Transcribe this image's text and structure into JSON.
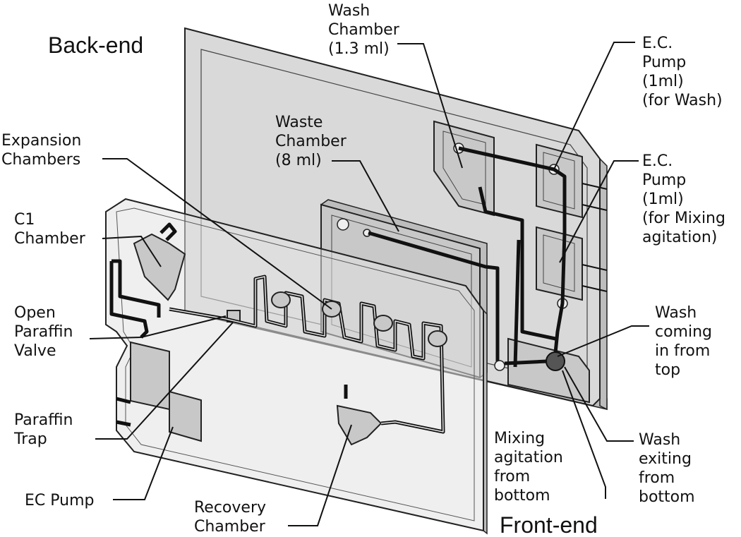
{
  "labels": {
    "back_end": "Back-end",
    "front_end": "Front-end",
    "wash_chamber": [
      "Wash",
      "Chamber",
      "(1.3 ml)"
    ],
    "ec_pump_wash": [
      "E.C.",
      "Pump",
      "(1ml)",
      "(for Wash)"
    ],
    "expansion_chambers": [
      "Expansion",
      "Chambers"
    ],
    "waste_chamber": [
      "Waste",
      "Chamber",
      "(8 ml)"
    ],
    "ec_pump_mixing": [
      "E.C.",
      "Pump",
      "(1ml)",
      "(for Mixing",
      "agitation)"
    ],
    "c1_chamber": [
      "C1",
      "Chamber"
    ],
    "open_paraffin_valve": [
      "Open",
      "Paraffin",
      "Valve"
    ],
    "wash_coming_in": [
      "Wash",
      "coming",
      "in from",
      "top"
    ],
    "paraffin_trap": [
      "Paraffin",
      "Trap"
    ],
    "mixing_agitation": [
      "Mixing",
      "agitation",
      "from",
      "bottom"
    ],
    "wash_exiting": [
      "Wash",
      "exiting",
      "from",
      "bottom"
    ],
    "ec_pump": [
      "EC Pump"
    ],
    "recovery_chamber": [
      "Recovery",
      "Chamber"
    ]
  }
}
